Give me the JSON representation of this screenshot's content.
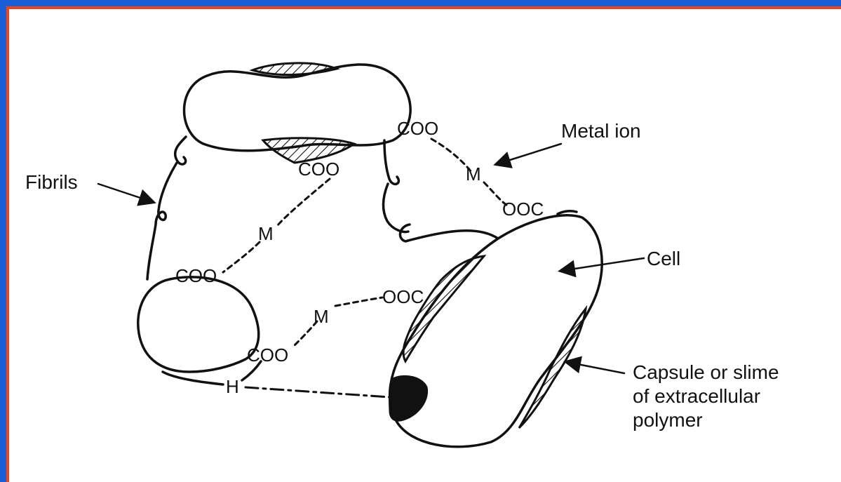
{
  "labels": {
    "metal_ion": "Metal ion",
    "fibrils": "Fibrils",
    "cell": "Cell",
    "capsule_line1": "Capsule or slime",
    "capsule_line2": "of extracellular",
    "capsule_line3": "polymer"
  },
  "groups": {
    "coo_top": "COO",
    "coo_mid": "COO",
    "ooc_right": "OOC",
    "coo_left": "COO",
    "ooc_center": "OOC",
    "coo_bottom": "COO",
    "m_right": "M",
    "m_left": "M",
    "m_center": "M",
    "h": "H"
  },
  "colors": {
    "border_blue": "#1a5fd8",
    "border_red": "#e8461e",
    "ink": "#111111"
  }
}
